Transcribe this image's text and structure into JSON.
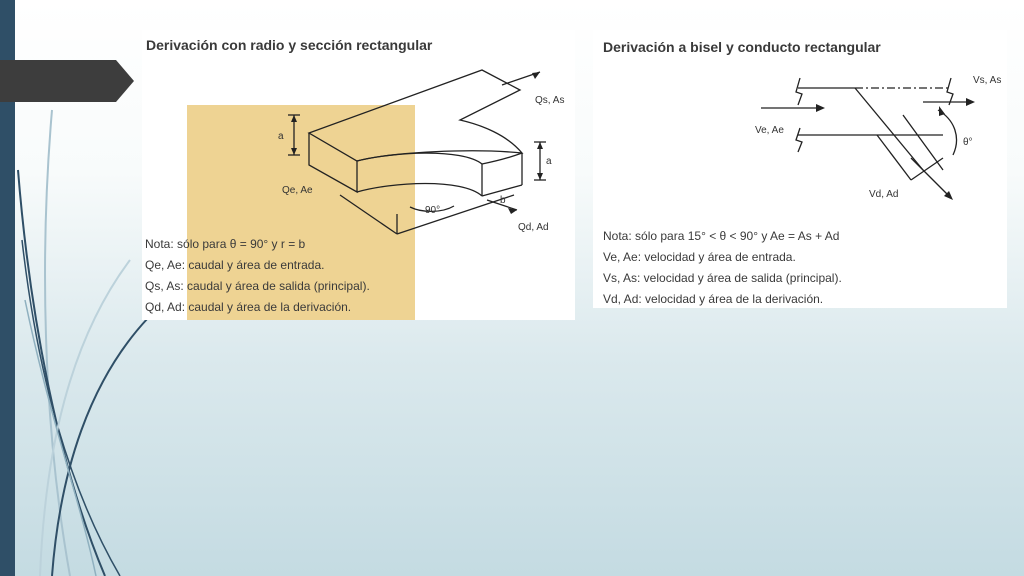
{
  "slide": {
    "accent_color": "#2f4f67",
    "highlight_color": "#eed393"
  },
  "diagram_1": {
    "title": "Derivación con radio y sección rectangular",
    "labels": {
      "a_left": "a",
      "a_right": "a",
      "qs_as": "Qs, As",
      "qe_ae": "Qe, Ae",
      "angle": "90°",
      "b": "b",
      "qd_ad": "Qd, Ad"
    },
    "notes": [
      "Nota: sólo para θ = 90° y r = b",
      "Qe, Ae: caudal y área de entrada.",
      "Qs, As: caudal y área de salida (principal).",
      "Qd, Ad: caudal y área de la derivación."
    ]
  },
  "diagram_2": {
    "title": "Derivación a bisel y conducto rectangular",
    "labels": {
      "vs_as": "Vs, As",
      "ve_ae": "Ve, Ae",
      "theta": "θ°",
      "vd_ad": "Vd, Ad"
    },
    "notes": [
      "Nota: sólo para 15° < θ < 90° y Ae = As + Ad",
      "Ve, Ae: velocidad y área de entrada.",
      "Vs, As: velocidad y área de salida (principal).",
      "Vd, Ad: velocidad y área de la derivación."
    ]
  }
}
